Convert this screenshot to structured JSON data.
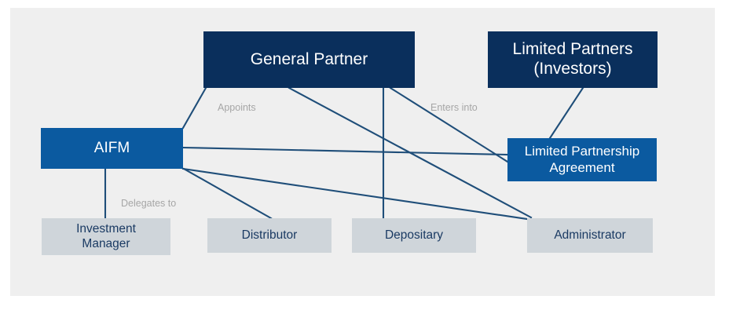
{
  "diagram": {
    "title": "Fund structure diagram",
    "background_color": "#efefef",
    "page_color": "#ffffff",
    "colors": {
      "navy": "#0a2f5c",
      "blue": "#0b5aa0",
      "gray": "#cfd5da",
      "line": "#1f4e79",
      "label_text": "#a6a6a6",
      "gray_box_text": "#1a3a63",
      "dark_box_text": "#ffffff"
    },
    "nodes": [
      {
        "id": "general-partner",
        "label": "General Partner",
        "line1": "General Partner",
        "line2": "",
        "style": "navy"
      },
      {
        "id": "limited-partners",
        "label": "Limited Partners (Investors)",
        "line1": "Limited Partners",
        "line2": "(Investors)",
        "style": "navy"
      },
      {
        "id": "aifm",
        "label": "AIFM",
        "line1": "AIFM",
        "line2": "",
        "style": "blue"
      },
      {
        "id": "limited-partnership-agreement",
        "label": "Limited Partnership Agreement",
        "line1": "Limited Partnership",
        "line2": "Agreement",
        "style": "blue"
      },
      {
        "id": "investment-manager",
        "label": "Investment Manager",
        "line1": "Investment",
        "line2": "Manager",
        "style": "gray"
      },
      {
        "id": "distributor",
        "label": "Distributor",
        "line1": "Distributor",
        "line2": "",
        "style": "gray"
      },
      {
        "id": "depositary",
        "label": "Depositary",
        "line1": "Depositary",
        "line2": "",
        "style": "gray"
      },
      {
        "id": "administrator",
        "label": "Administrator",
        "line1": "Administrator",
        "line2": "",
        "style": "gray"
      }
    ],
    "edge_labels": [
      {
        "id": "appoints",
        "text": "Appoints"
      },
      {
        "id": "enters-into",
        "text": "Enters into"
      },
      {
        "id": "delegates-to",
        "text": "Delegates to"
      }
    ],
    "edges": [
      {
        "id": "gp-to-aifm",
        "from": "general-partner",
        "to": "aifm",
        "label": "Appoints"
      },
      {
        "id": "gp-to-administrator",
        "from": "general-partner",
        "to": "administrator",
        "label": ""
      },
      {
        "id": "gp-to-depositary",
        "from": "general-partner",
        "to": "depositary",
        "label": ""
      },
      {
        "id": "gp-to-lpa",
        "from": "general-partner",
        "to": "limited-partnership-agreement",
        "label": "Enters into"
      },
      {
        "id": "lp-to-lpa",
        "from": "limited-partners",
        "to": "limited-partnership-agreement",
        "label": ""
      },
      {
        "id": "aifm-to-investment-manager",
        "from": "aifm",
        "to": "investment-manager",
        "label": "Delegates to"
      },
      {
        "id": "aifm-to-distributor",
        "from": "aifm",
        "to": "distributor",
        "label": ""
      },
      {
        "id": "aifm-to-lpa",
        "from": "aifm",
        "to": "limited-partnership-agreement",
        "label": ""
      },
      {
        "id": "aifm-to-administrator",
        "from": "aifm",
        "to": "administrator",
        "label": ""
      }
    ]
  }
}
